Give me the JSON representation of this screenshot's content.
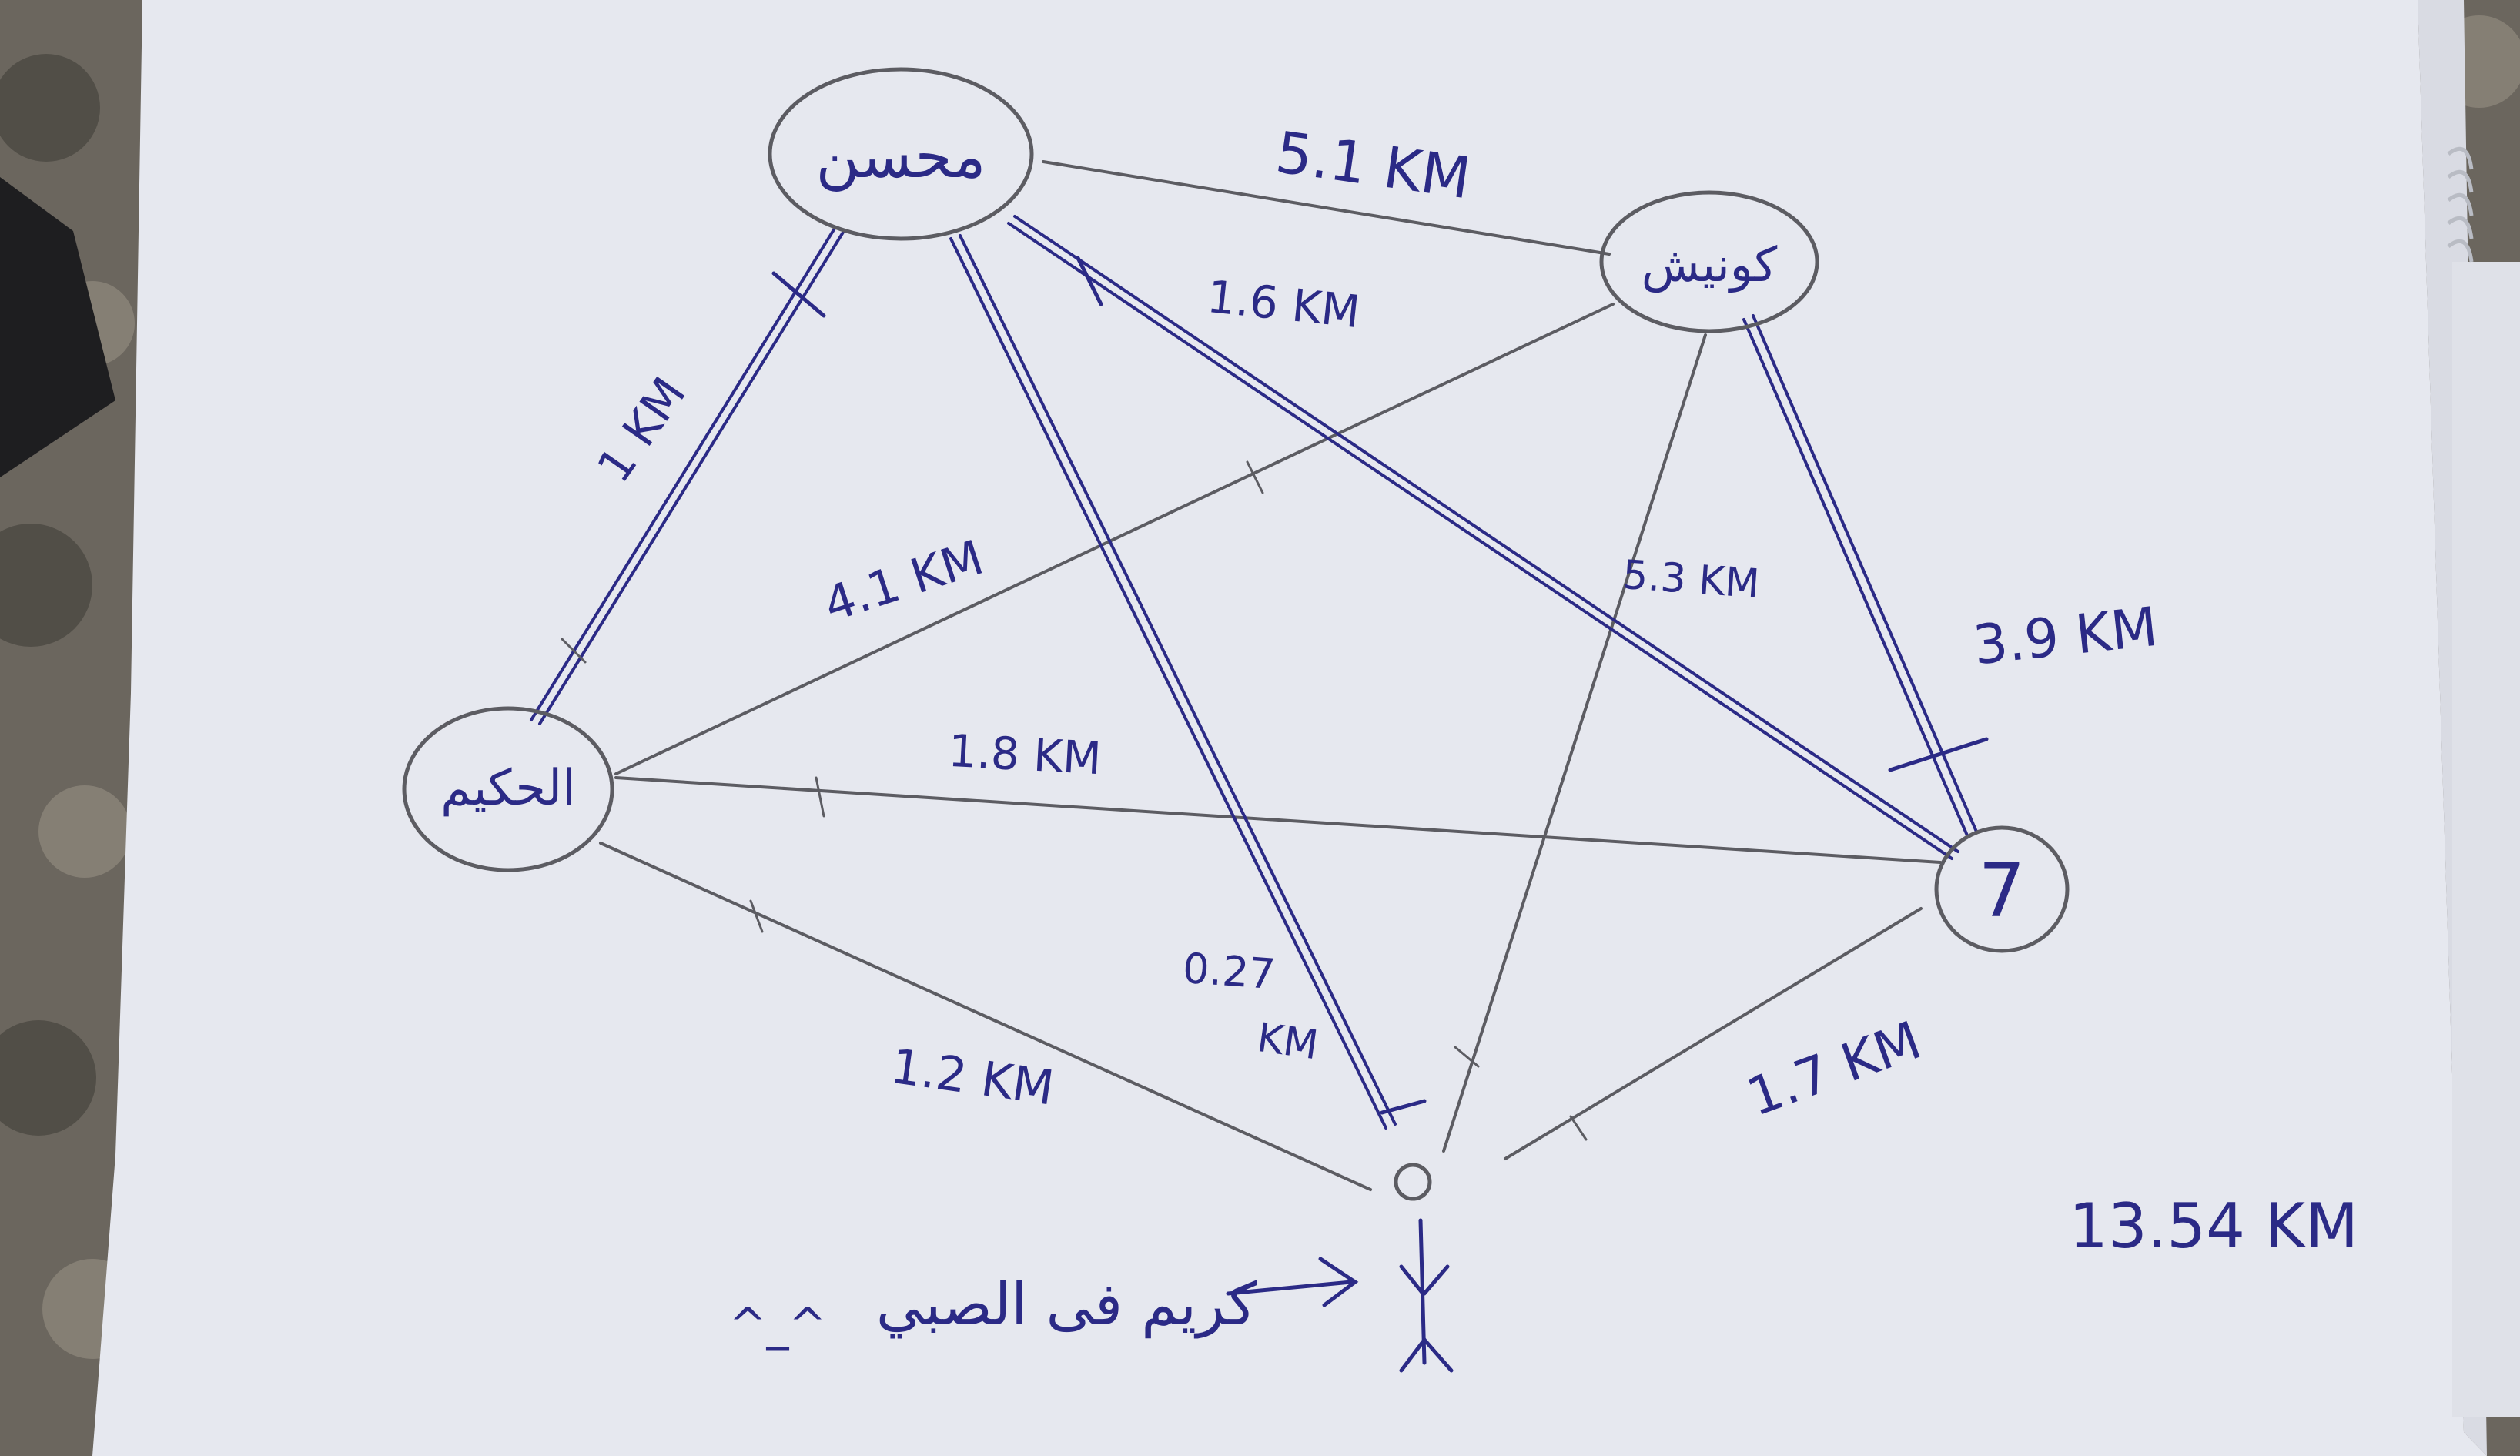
{
  "photo": {
    "colors": {
      "carpet": "#6b665e",
      "carpet_dark": "#3d3a35",
      "carpet_light": "#9a9386",
      "paper": "#e6e8ef",
      "paper_shade": "#d9dbe3",
      "pencil": "#5c5c62",
      "ink": "#2b2a86",
      "binder": "#1e1e20",
      "spiral": "#b9bcc4"
    }
  },
  "diagram": {
    "nodes": {
      "mohsen": "محسن",
      "kawnish": "كونيش",
      "hakim": "الحكيم",
      "seven": "7",
      "karim": "كريم فى الصبي"
    },
    "edges": {
      "mohsen_kawnish": "5.1 KM",
      "mohsen_seven": "1.6 KM",
      "mohsen_hakim": "1 KM",
      "hakim_kawnish": "4.1 KM",
      "hakim_seven": "1.8 KM",
      "kawnish_karim": "5.3 KM",
      "kawnish_seven": "3.9 KM",
      "mohsen_karim_line1": "0.27",
      "mohsen_karim_line2": "KM",
      "hakim_karim": "1.2 KM",
      "seven_karim": "1.7 KM"
    },
    "total": "13.54 KM",
    "smiley": "^_^"
  }
}
